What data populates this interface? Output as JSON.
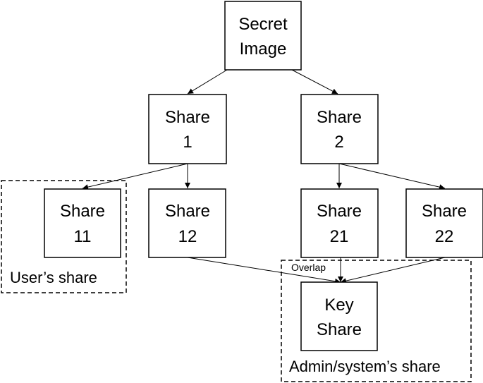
{
  "nodes": {
    "secret": {
      "line1": "Secret",
      "line2": "Image"
    },
    "share1": {
      "line1": "Share",
      "line2": "1"
    },
    "share2": {
      "line1": "Share",
      "line2": "2"
    },
    "share11": {
      "line1": "Share",
      "line2": "11"
    },
    "share12": {
      "line1": "Share",
      "line2": "12"
    },
    "share21": {
      "line1": "Share",
      "line2": "21"
    },
    "share22": {
      "line1": "Share",
      "line2": "22"
    },
    "key": {
      "line1": "Key",
      "line2": "Share"
    }
  },
  "groups": {
    "user": {
      "label": "User’s share"
    },
    "admin": {
      "label": "Admin/system’s share"
    }
  },
  "annotations": {
    "overlap": "Overlap"
  }
}
